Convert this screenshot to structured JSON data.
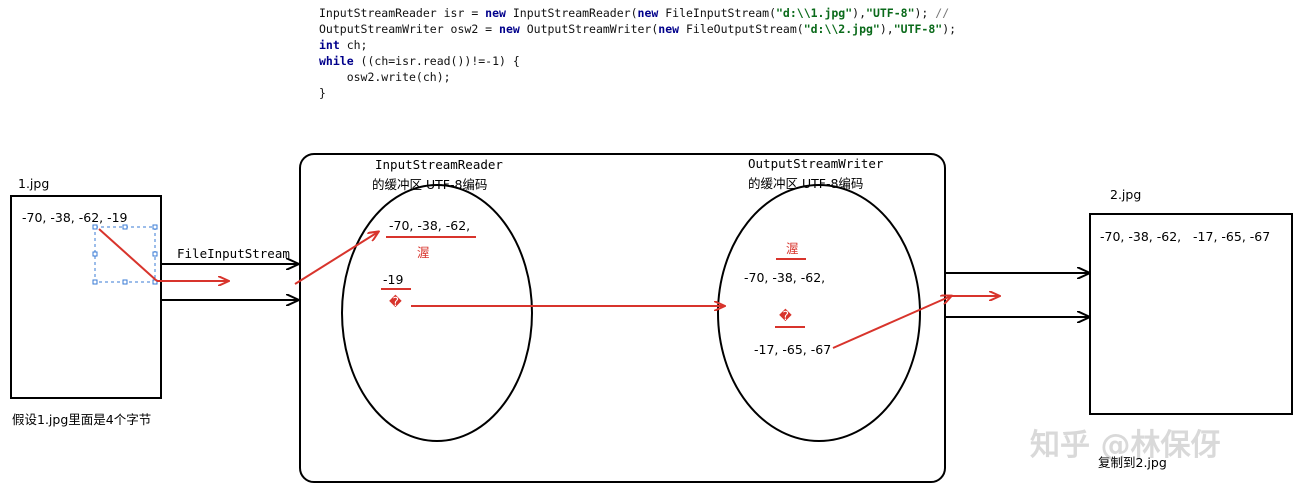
{
  "code": {
    "line1": {
      "p1": "InputStreamReader isr = ",
      "kw1": "new",
      "p2": " InputStreamReader(",
      "kw2": "new",
      "p3": " FileInputStream(",
      "s1": "\"d:\\\\1.jpg\"",
      "p4": "),",
      "s2": "\"UTF-8\"",
      "p5": "); ",
      "cm": "//"
    },
    "line2": {
      "p1": "OutputStreamWriter osw2 = ",
      "kw1": "new",
      "p2": " OutputStreamWriter(",
      "kw2": "new",
      "p3": " FileOutputStream(",
      "s1": "\"d:\\\\2.jpg\"",
      "p4": "),",
      "s2": "\"UTF-8\"",
      "p5": ");"
    },
    "line3": {
      "kw": "int",
      "p": " ch;"
    },
    "line4": {
      "kw": "while",
      "p": " ((ch=isr.read())!=-1) {"
    },
    "line5": "    osw2.write(ch);",
    "line6": "}"
  },
  "source_file": {
    "title": "1.jpg",
    "bytes": "-70, -38, -62, -19",
    "caption": "假设1.jpg里面是4个字节"
  },
  "stream_label": "FileInputStream",
  "reader_buffer": {
    "title": "InputStreamReader",
    "subtitle": "的缓冲区 UTF-8编码",
    "bytes": "-70, -38, -62,",
    "char": "渥",
    "leftover": "-19",
    "replacement": "�"
  },
  "writer_buffer": {
    "title": "OutputStreamWriter",
    "subtitle": "的缓冲区 UTF-8编码",
    "char": "渥",
    "bytes": "-70, -38, -62,",
    "replacement": "�",
    "replacement_bytes": "-17, -65, -67"
  },
  "dest_file": {
    "title": "2.jpg",
    "bytes": "-70, -38, -62,   -17, -65, -67",
    "caption": "复制到2.jpg"
  },
  "watermark": "知乎 @林保伢",
  "colors": {
    "arrow": "#d8342c",
    "line": "#000000",
    "selection": "#3a7bd5"
  }
}
